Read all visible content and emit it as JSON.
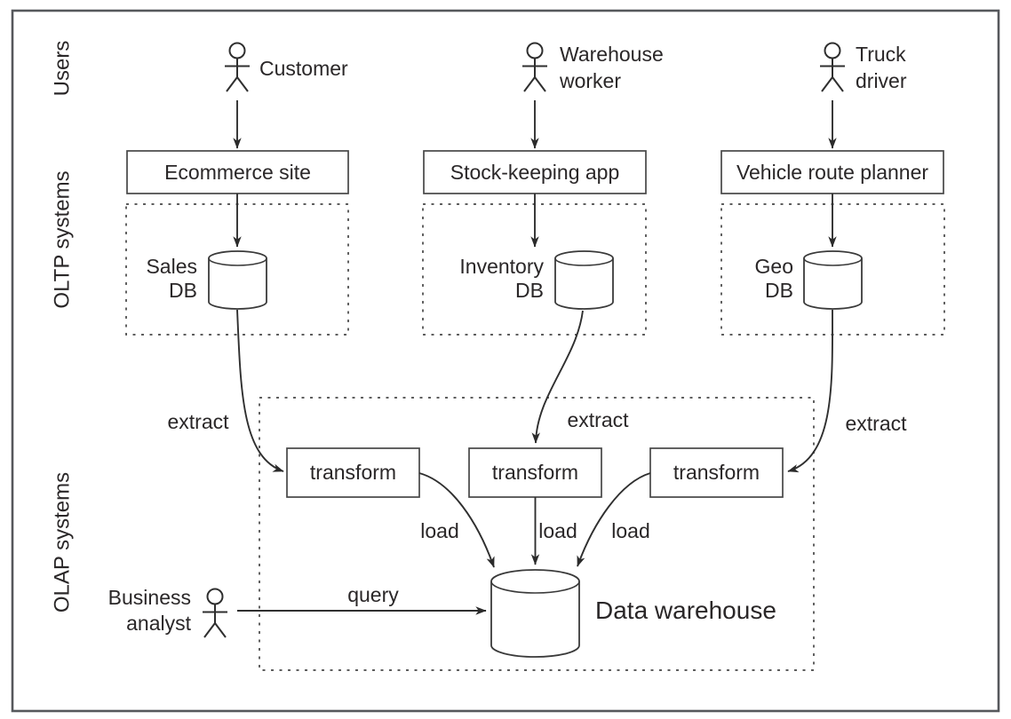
{
  "title": "ETL into a data warehouse diagram",
  "colors": {
    "ink": "#2a2728",
    "line": "#2f2f2f",
    "frame": "#56585c",
    "background": "#ffffff"
  },
  "lanes": {
    "users": "Users",
    "oltp": "OLTP systems",
    "olap": "OLAP systems"
  },
  "actors": {
    "customer": {
      "label": "Customer"
    },
    "warehouse_worker": {
      "line1": "Warehouse",
      "line2": "worker"
    },
    "truck_driver": {
      "line1": "Truck",
      "line2": "driver"
    },
    "business_analyst": {
      "line1": "Business",
      "line2": "analyst"
    }
  },
  "apps": {
    "ecommerce": "Ecommerce site",
    "stock_keeping": "Stock-keeping app",
    "route_planner": "Vehicle route planner"
  },
  "databases": {
    "sales": {
      "line1": "Sales",
      "line2": "DB"
    },
    "inventory": {
      "line1": "Inventory",
      "line2": "DB"
    },
    "geo": {
      "line1": "Geo",
      "line2": "DB"
    },
    "warehouse": {
      "label": "Data warehouse"
    }
  },
  "etl": {
    "extract": "extract",
    "transform": "transform",
    "load": "load",
    "query": "query"
  }
}
